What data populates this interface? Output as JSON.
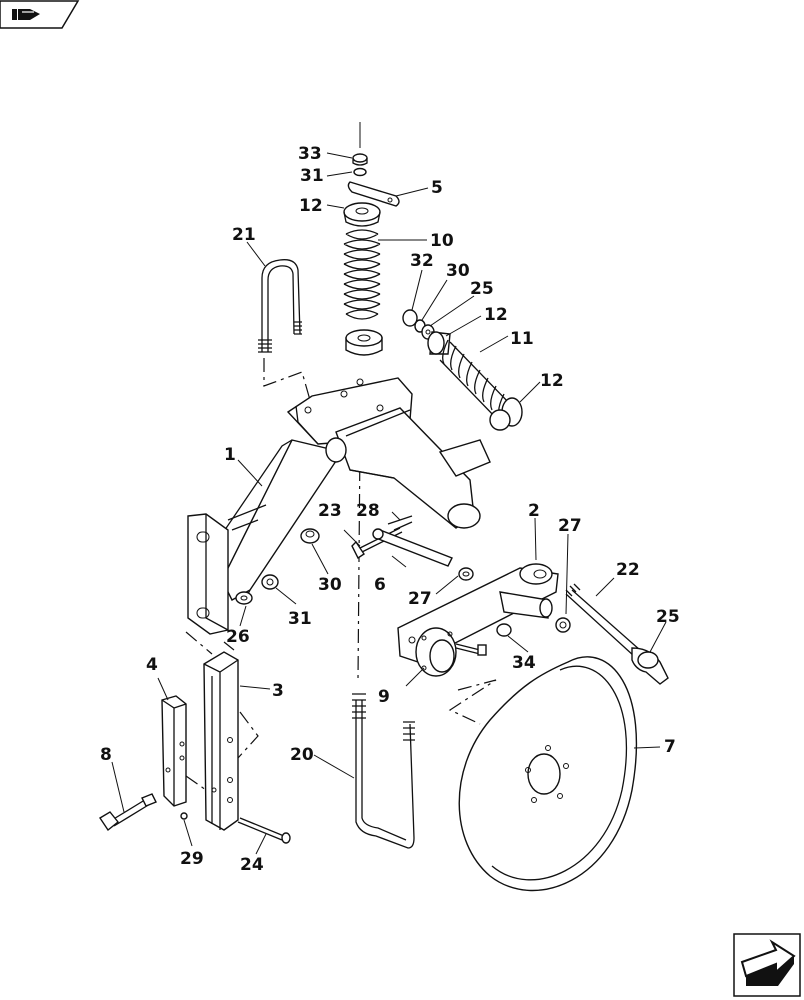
{
  "nav": {
    "top_icon": "hand-pointer-icon",
    "bottom_icon": "next-page-arrow-icon"
  },
  "callouts": {
    "c1": "1",
    "c2": "2",
    "c3": "3",
    "c4": "4",
    "c5": "5",
    "c6": "6",
    "c7": "7",
    "c8": "8",
    "c9": "9",
    "c10": "10",
    "c11": "11",
    "c12a": "12",
    "c12b": "12",
    "c12c": "12",
    "c20": "20",
    "c21": "21",
    "c22": "22",
    "c23": "23",
    "c24": "24",
    "c25a": "25",
    "c25b": "25",
    "c26": "26",
    "c27a": "27",
    "c27b": "27",
    "c28": "28",
    "c29": "29",
    "c30a": "30",
    "c30b": "30",
    "c31a": "31",
    "c31b": "31",
    "c32": "32",
    "c33": "33",
    "c34": "34"
  }
}
